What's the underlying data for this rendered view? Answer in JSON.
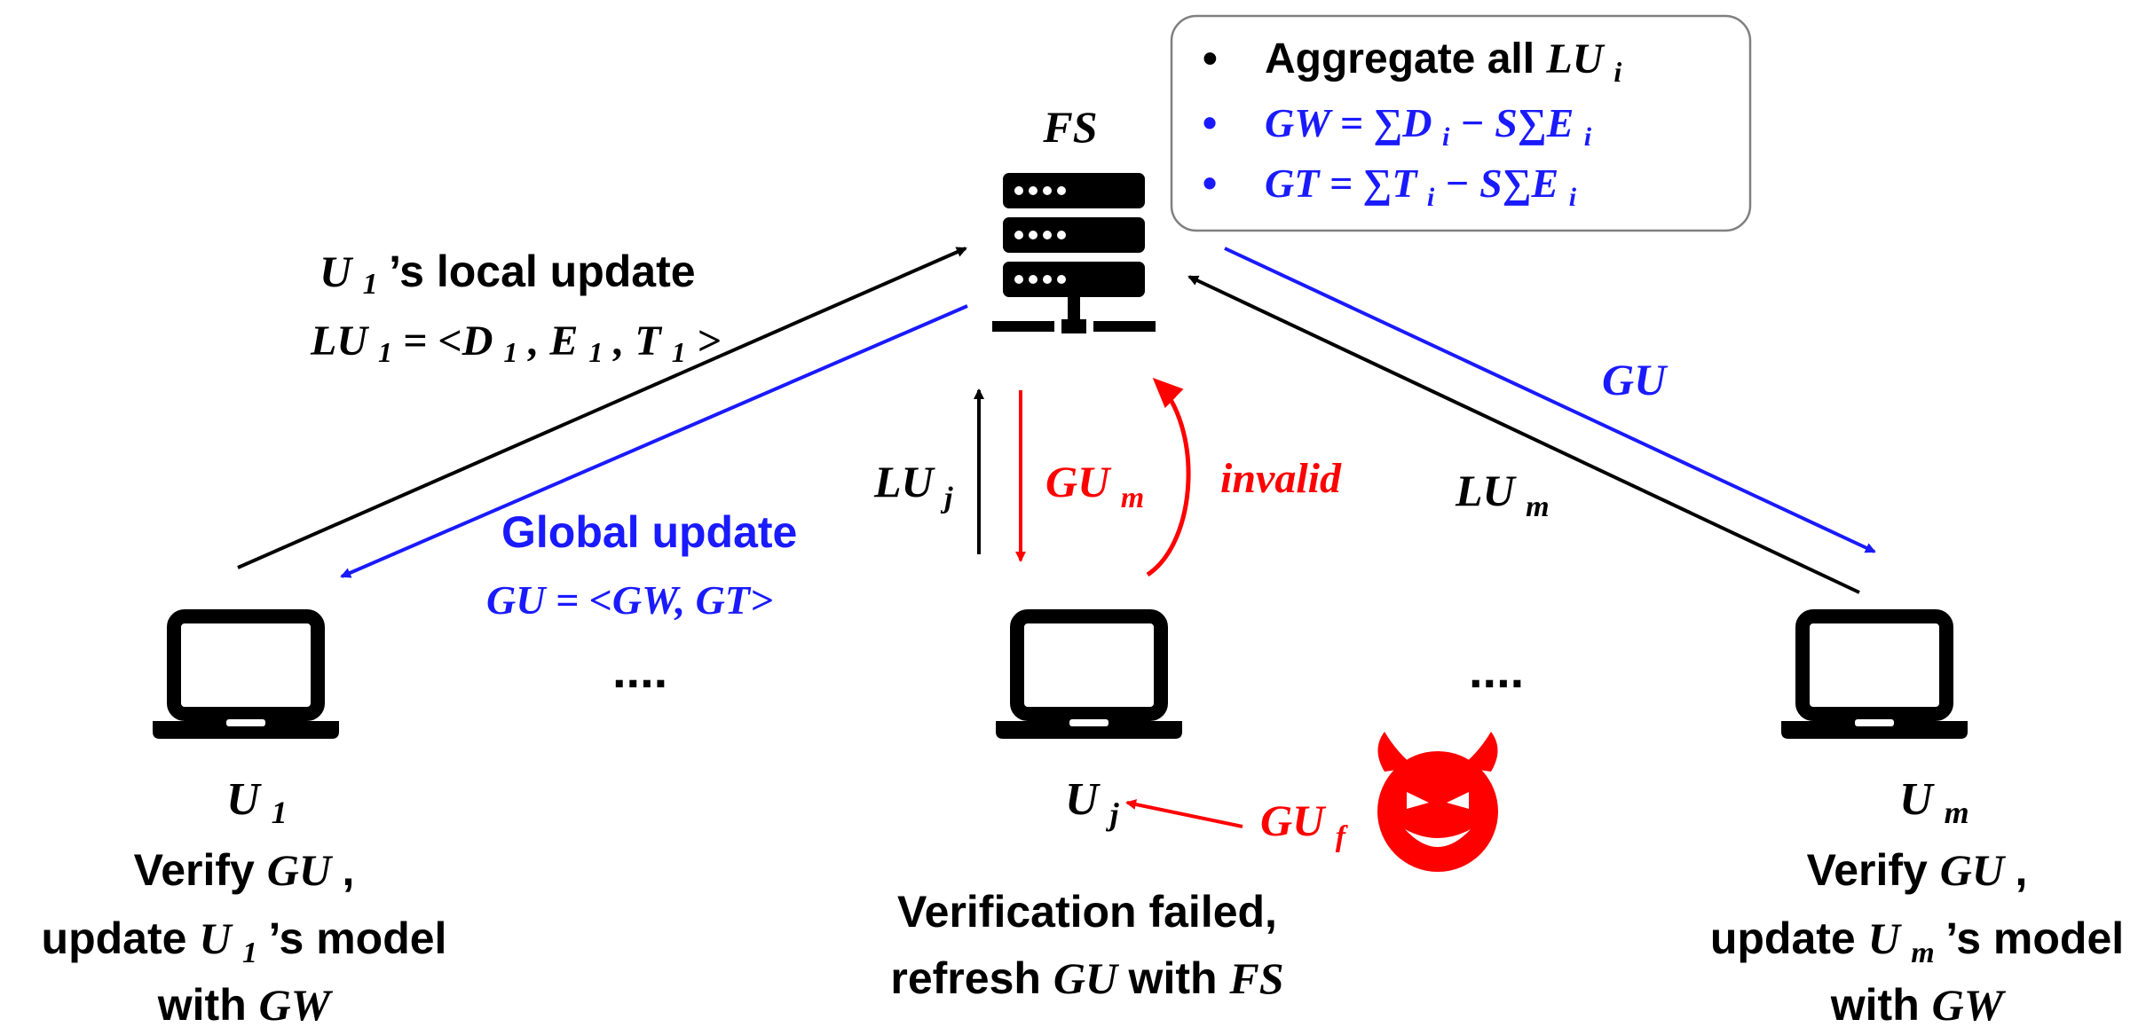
{
  "colors": {
    "black": "#000000",
    "blue": "#1a1aff",
    "red": "#ff0000",
    "box_border": "#808080"
  },
  "icons": {
    "server": "server-icon",
    "laptop": "laptop-icon",
    "attacker": "devil-face-icon"
  },
  "server": {
    "label": "FS"
  },
  "aggregate_box": {
    "line1": {
      "bullet": "•",
      "text": "Aggregate all ",
      "math_main": "LU",
      "math_sub": "i"
    },
    "line2": {
      "bullet": "•",
      "text": "GW = ∑D",
      "s1": "i",
      "text2": " − S∑E",
      "s2": "i"
    },
    "line3": {
      "bullet": "•",
      "text": "GT = ∑T",
      "s1": "i",
      "text2": " − S∑E",
      "s2": "i"
    }
  },
  "left_labels": {
    "local_update_u": "U",
    "local_update_u_sub": "1",
    "local_update_rest": "’s local update",
    "lu_eq_a": "LU",
    "lu_eq_a_sub": "1",
    "lu_eq_b": " = <D",
    "lu_eq_b_sub": "1",
    "lu_eq_c": ", E",
    "lu_eq_c_sub": "1",
    "lu_eq_d": ", T",
    "lu_eq_d_sub": "1",
    "lu_eq_e": ">",
    "global_update": "Global update",
    "gu_eq": "GU = <GW, GT>"
  },
  "center_labels": {
    "lu_j": "LU",
    "lu_j_sub": "j",
    "gu_m": "GU",
    "gu_m_sub": "m",
    "invalid": "invalid",
    "gu_f": "GU",
    "gu_f_sub": "f"
  },
  "right_labels": {
    "gu": "GU",
    "lu_m": "LU",
    "lu_m_sub": "m"
  },
  "ellipsis": "....",
  "users": [
    {
      "name": "U",
      "sub": "1",
      "desc1_a": "Verify ",
      "desc1_b": "GU",
      "desc1_c": ",",
      "desc2_a": "update ",
      "desc2_b": "U",
      "desc2_sub": "1",
      "desc2_c": "’s model",
      "desc3_a": "with ",
      "desc3_b": "GW"
    },
    {
      "name": "U",
      "sub": "j",
      "desc1_a": "Verification failed,",
      "desc2_a": "refresh ",
      "desc2_b": "GU",
      "desc2_c": " with ",
      "desc2_d": "FS"
    },
    {
      "name": "U",
      "sub": "m",
      "desc1_a": "Verify ",
      "desc1_b": "GU",
      "desc1_c": ",",
      "desc2_a": "update ",
      "desc2_b": "U",
      "desc2_sub": "m",
      "desc2_c": "’s model",
      "desc3_a": "with ",
      "desc3_b": "GW"
    }
  ]
}
